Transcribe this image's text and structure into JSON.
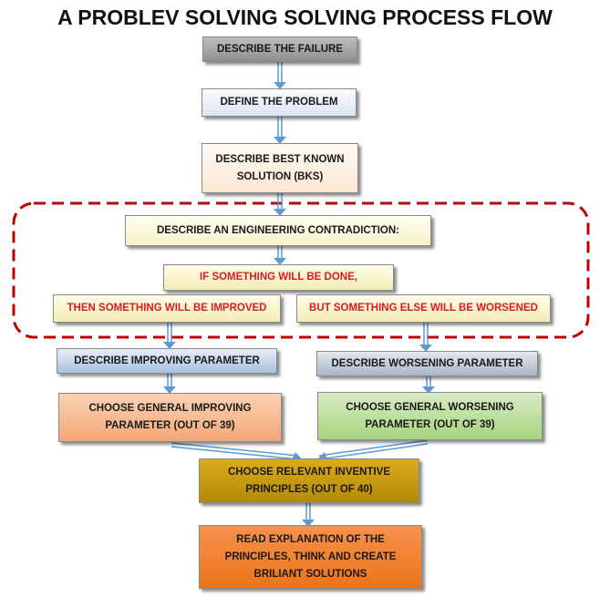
{
  "title": "A PROBLEV SOLVING SOLVING PROCESS FLOW",
  "boxes": {
    "describe_failure": "DESCRIBE THE FAILURE",
    "define_problem": "DEFINE THE PROBLEM",
    "describe_bks": "DESCRIBE BEST KNOWN SOLUTION (BKS)",
    "describe_contradiction": "DESCRIBE AN ENGINEERING CONTRADICTION:",
    "if_done": "IF SOMETHING WILL BE DONE,",
    "then_improved": "THEN SOMETHING WILL BE IMPROVED",
    "but_worsened": "BUT SOMETHING ELSE WILL BE WORSENED",
    "describe_improving": "DESCRIBE IMPROVING PARAMETER",
    "describe_worsening": "DESCRIBE WORSENING PARAMETER",
    "choose_improving": "CHOOSE GENERAL IMPROVING PARAMETER (OUT OF 39)",
    "choose_worsening": "CHOOSE GENERAL WORSENING PARAMETER (OUT OF 39)",
    "choose_principles": "CHOOSE RELEVANT INVENTIVE PRINCIPLES (OUT OF 40)",
    "read_explanation": "READ EXPLANATION OF THE PRINCIPLES, THINK AND CREATE BRILIANT SOLUTIONS"
  },
  "colors": {
    "arrow": "#5b9bd5",
    "dashed_border": "#c00000",
    "contradiction_text": "#d81d1d"
  }
}
